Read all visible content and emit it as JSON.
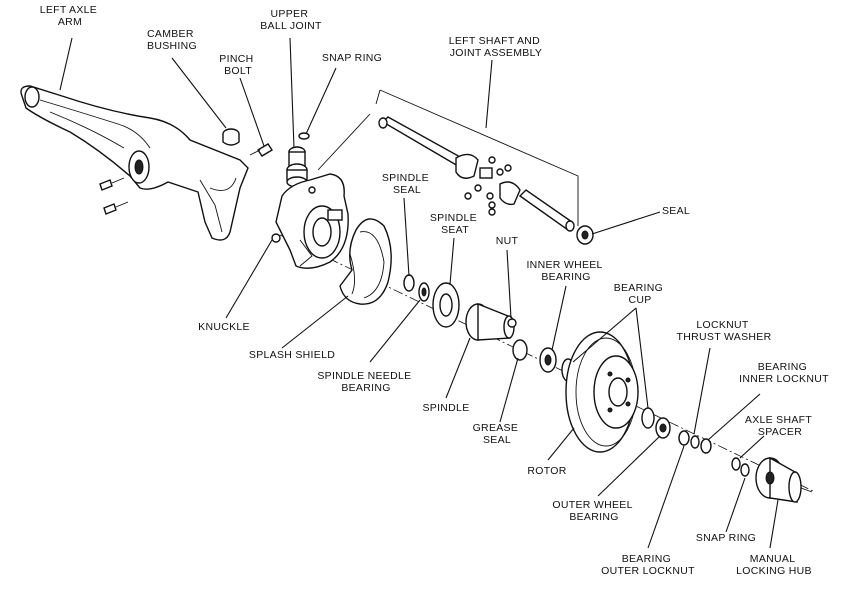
{
  "labels": {
    "left_axle_arm": [
      "LEFT AXLE",
      "ARM"
    ],
    "camber_bushing": [
      "CAMBER",
      "BUSHING"
    ],
    "pinch_bolt": [
      "PINCH",
      "BOLT"
    ],
    "upper_ball_joint": [
      "UPPER",
      "BALL JOINT"
    ],
    "snap_ring_top": [
      "SNAP RING"
    ],
    "left_shaft_joint": [
      "LEFT SHAFT AND",
      "JOINT ASSEMBLY"
    ],
    "spindle_seal": [
      "SPINDLE",
      "SEAL"
    ],
    "seal": [
      "SEAL"
    ],
    "spindle_seat": [
      "SPINDLE",
      "SEAT"
    ],
    "nut": [
      "NUT"
    ],
    "inner_wheel_bearing": [
      "INNER WHEEL",
      "BEARING"
    ],
    "bearing_cup": [
      "BEARING",
      "CUP"
    ],
    "knuckle": [
      "KNUCKLE"
    ],
    "splash_shield": [
      "SPLASH SHIELD"
    ],
    "spindle_needle_bearing": [
      "SPINDLE NEEDLE",
      "BEARING"
    ],
    "locknut_thrust_washer": [
      "LOCKNUT",
      "THRUST WASHER"
    ],
    "bearing_inner_locknut": [
      "BEARING",
      "INNER LOCKNUT"
    ],
    "spindle": [
      "SPINDLE"
    ],
    "grease_seal": [
      "GREASE",
      "SEAL"
    ],
    "axle_shaft_spacer": [
      "AXLE SHAFT",
      "SPACER"
    ],
    "rotor": [
      "ROTOR"
    ],
    "outer_wheel_bearing": [
      "OUTER WHEEL",
      "BEARING"
    ],
    "snap_ring_bottom": [
      "SNAP RING"
    ],
    "bearing_outer_locknut": [
      "BEARING",
      "OUTER LOCKNUT"
    ],
    "manual_locking_hub": [
      "MANUAL",
      "LOCKING HUB"
    ]
  }
}
